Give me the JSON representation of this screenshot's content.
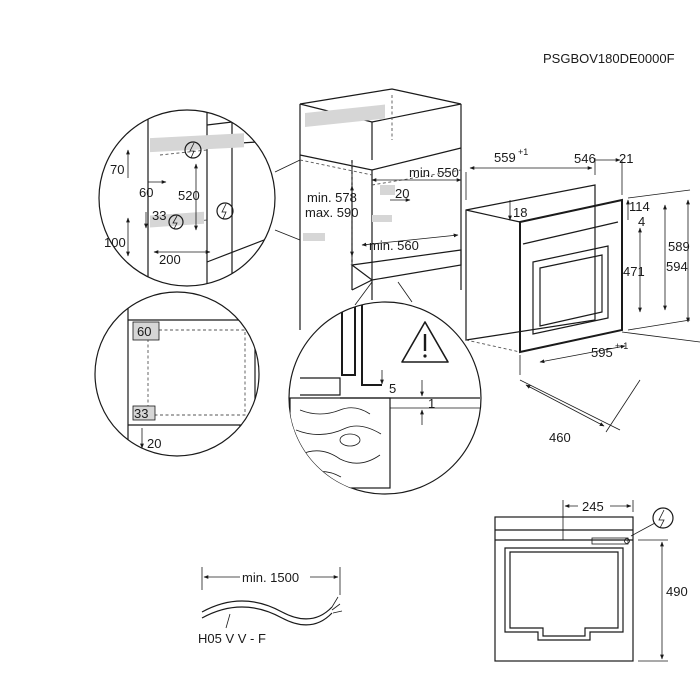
{
  "product_code": "PSGBOV180DE0000F",
  "niche_dims": {
    "min_550": "min. 550",
    "dim_20": "20",
    "min_578": "min. 578",
    "max_590": "max. 590",
    "min_560": "min. 560"
  },
  "detail_top": {
    "d70": "70",
    "d60": "60",
    "d520": "520",
    "d33": "33",
    "d100": "100",
    "d200": "200"
  },
  "detail_mid": {
    "d60": "60",
    "d33": "33",
    "d20": "20"
  },
  "detail_fixing": {
    "d5": "5",
    "d1": "1"
  },
  "oven_dims": {
    "d559": "559",
    "d559_tol": "+1",
    "d546": "546",
    "d21": "21",
    "d18": "18",
    "d114": "114",
    "d4": "4",
    "d471": "471",
    "d589": "589",
    "d594": "594",
    "d595": "595",
    "d595_tol": "+-1",
    "d460": "460"
  },
  "cable": {
    "length": "min. 1500",
    "type": "H05 V V - F"
  },
  "rear_view": {
    "d245": "245",
    "d490": "490"
  },
  "icons": {
    "electric_point": "lightning-circle-icon",
    "warning": "warning-triangle-icon"
  }
}
